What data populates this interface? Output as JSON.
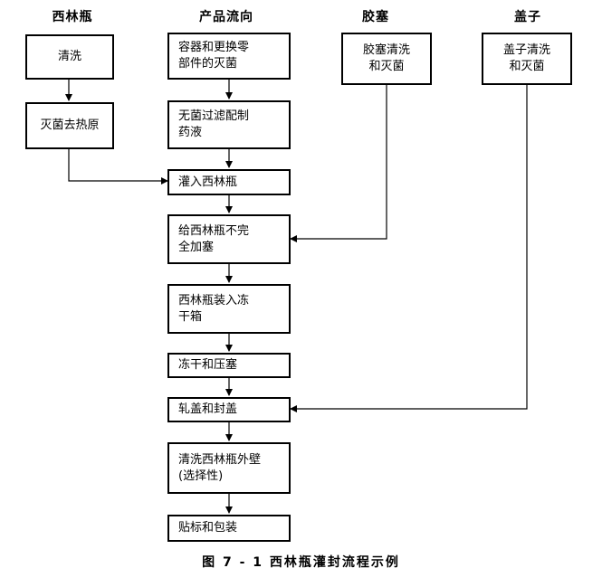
{
  "headers": {
    "vial": "西林瓶",
    "product": "产品流向",
    "stopper": "胶塞",
    "cap": "盖子"
  },
  "boxes": {
    "wash": "清洗",
    "depyrogenate": "灭菌去热原",
    "sterilize_parts": "容器和更换零\n部件的灭菌",
    "filter_prep": "无菌过滤配制\n药液",
    "fill": "灌入西林瓶",
    "partial_stopper": "给西林瓶不完\n全加塞",
    "load_freezer": "西林瓶装入冻\n干箱",
    "freeze_dry": "冻干和压塞",
    "crimp": "轧盖和封盖",
    "exterior_wash": "清洗西林瓶外壁\n(选择性)",
    "label_pack": "贴标和包装",
    "stopper_wash": "胶塞清洗\n和灭菌",
    "cap_wash": "盖子清洗\n和灭菌"
  },
  "caption": "图 7 - 1   西林瓶灌封流程示例"
}
